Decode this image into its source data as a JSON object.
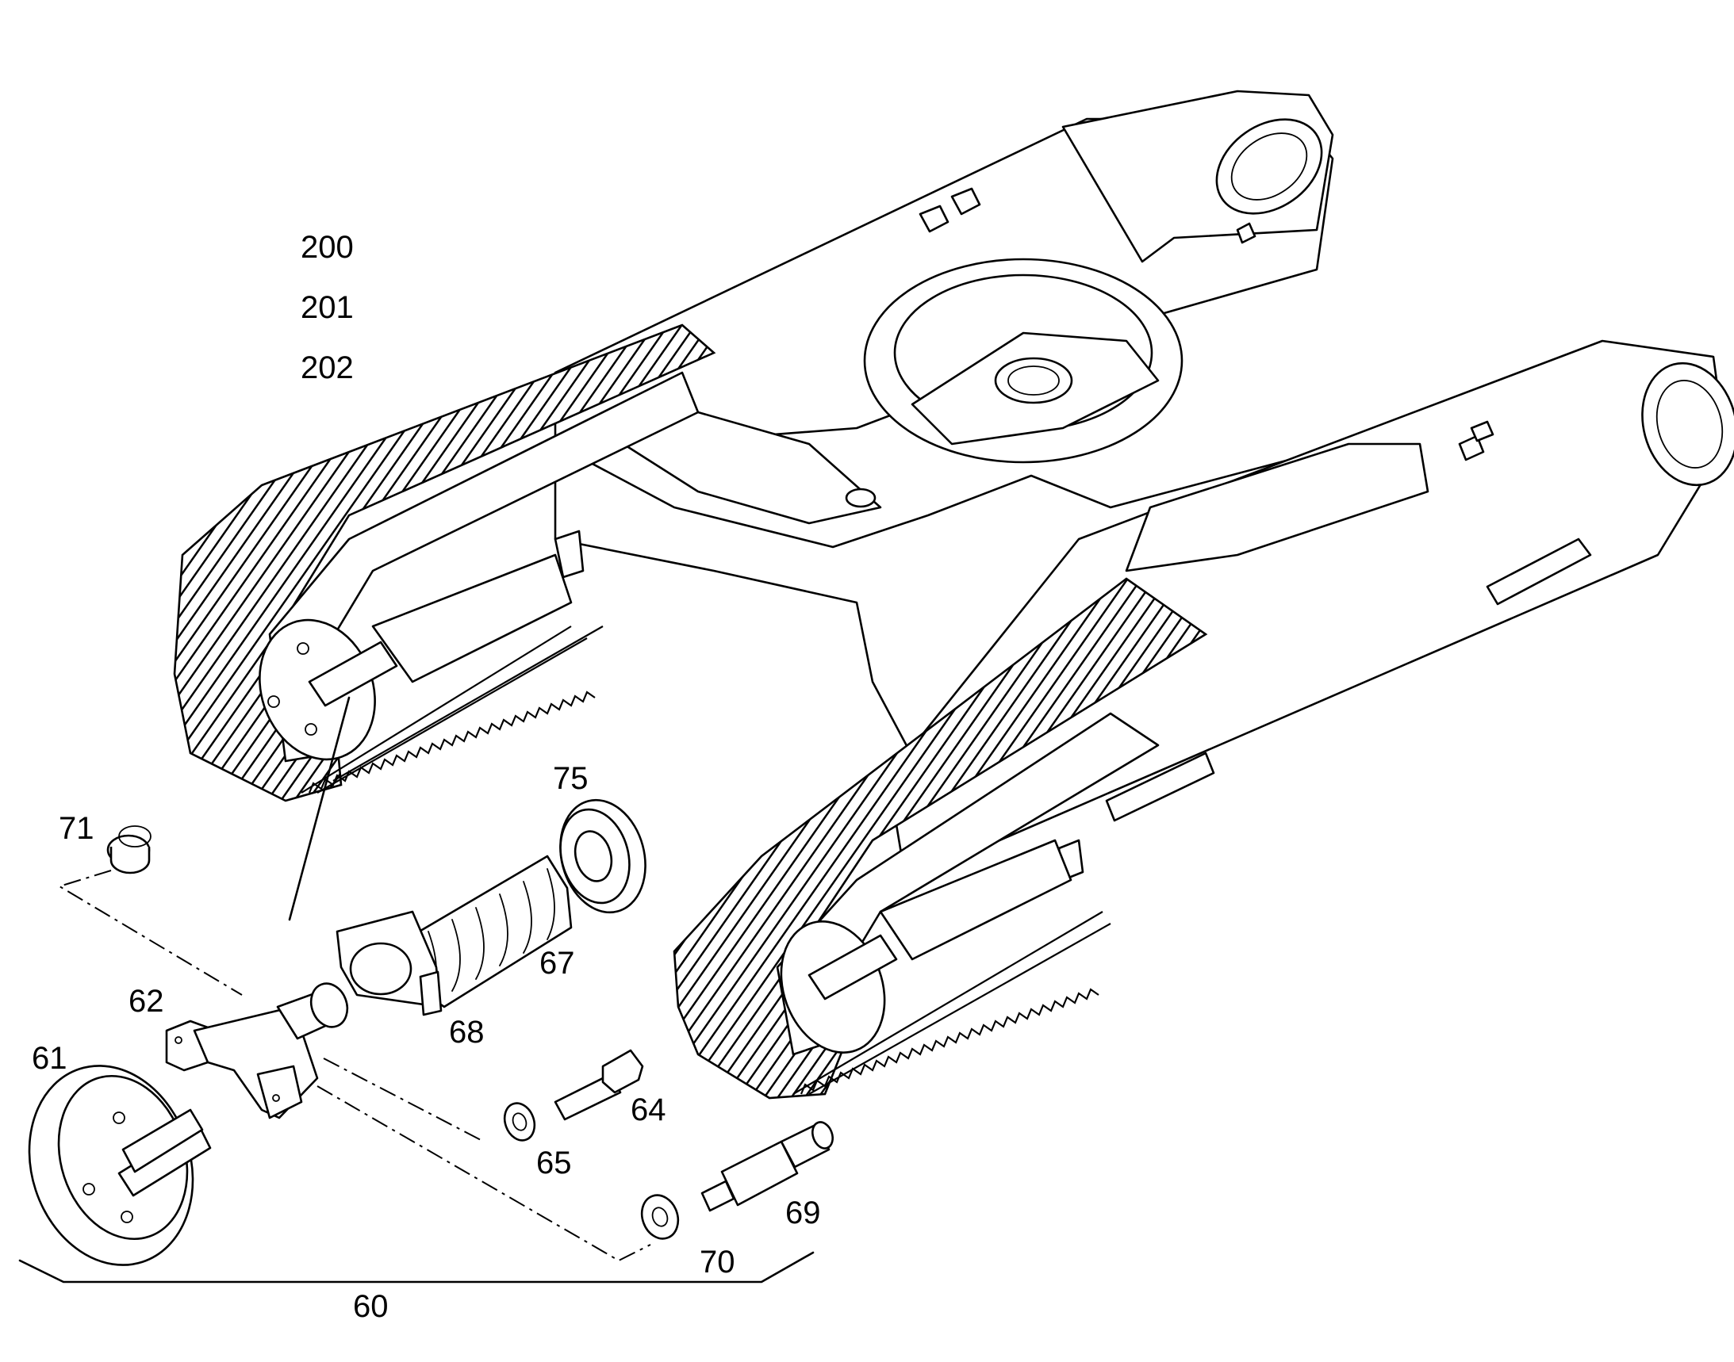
{
  "labels": {
    "l200": "200",
    "l201": "201",
    "l202": "202",
    "l75": "75",
    "l71": "71",
    "l67": "67",
    "l62": "62",
    "l68": "68",
    "l61": "61",
    "l64": "64",
    "l65": "65",
    "l69": "69",
    "l70": "70",
    "l60": "60"
  }
}
